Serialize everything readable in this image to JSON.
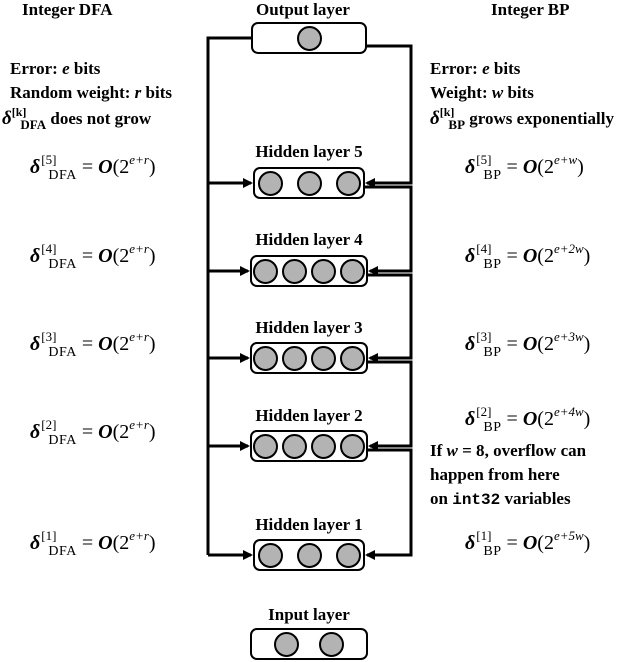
{
  "headers": {
    "left": "Integer DFA",
    "center": "Output layer",
    "right": "Integer BP"
  },
  "left_notes": {
    "line1_prefix": "Error: ",
    "line1_var": "e",
    "line1_suffix": " bits",
    "line2_prefix": "Random weight: ",
    "line2_var": "r",
    "line2_suffix": " bits",
    "line3_sym": "δ",
    "line3_sup": "[k]",
    "line3_sub": "DFA",
    "line3_suffix": " does not grow"
  },
  "right_notes": {
    "line1_prefix": "Error: ",
    "line1_var": "e",
    "line1_suffix": " bits",
    "line2_prefix": "Weight: ",
    "line2_var": "w",
    "line2_suffix": " bits",
    "line3_sym": "δ",
    "line3_sup": "[k]",
    "line3_sub": "BP",
    "line3_suffix": " grows exponentially"
  },
  "layers": [
    {
      "label": "Output layer",
      "neurons": 1
    },
    {
      "label": "Hidden layer 5",
      "neurons": 3
    },
    {
      "label": "Hidden layer 4",
      "neurons": 4
    },
    {
      "label": "Hidden layer 3",
      "neurons": 4
    },
    {
      "label": "Hidden layer 2",
      "neurons": 4
    },
    {
      "label": "Hidden layer 1",
      "neurons": 3
    },
    {
      "label": "Input layer",
      "neurons": 2
    }
  ],
  "dfa_equations": [
    {
      "sym": "δ",
      "sup": "[5]",
      "sub": "DFA",
      "rhs": " = ",
      "big_o": "O",
      "base": "(2",
      "exp": "e+r",
      "close": ")"
    },
    {
      "sym": "δ",
      "sup": "[4]",
      "sub": "DFA",
      "rhs": " = ",
      "big_o": "O",
      "base": "(2",
      "exp": "e+r",
      "close": ")"
    },
    {
      "sym": "δ",
      "sup": "[3]",
      "sub": "DFA",
      "rhs": " = ",
      "big_o": "O",
      "base": "(2",
      "exp": "e+r",
      "close": ")"
    },
    {
      "sym": "δ",
      "sup": "[2]",
      "sub": "DFA",
      "rhs": " = ",
      "big_o": "O",
      "base": "(2",
      "exp": "e+r",
      "close": ")"
    },
    {
      "sym": "δ",
      "sup": "[1]",
      "sub": "DFA",
      "rhs": " = ",
      "big_o": "O",
      "base": "(2",
      "exp": "e+r",
      "close": ")"
    }
  ],
  "bp_equations": [
    {
      "sym": "δ",
      "sup": "[5]",
      "sub": "BP",
      "rhs": " = ",
      "big_o": "O",
      "base": "(2",
      "exp": "e+w",
      "close": ")"
    },
    {
      "sym": "δ",
      "sup": "[4]",
      "sub": "BP",
      "rhs": " = ",
      "big_o": "O",
      "base": "(2",
      "exp": "e+2w",
      "close": ")"
    },
    {
      "sym": "δ",
      "sup": "[3]",
      "sub": "BP",
      "rhs": " = ",
      "big_o": "O",
      "base": "(2",
      "exp": "e+3w",
      "close": ")"
    },
    {
      "sym": "δ",
      "sup": "[2]",
      "sub": "BP",
      "rhs": " = ",
      "big_o": "O",
      "base": "(2",
      "exp": "e+4w",
      "close": ")"
    },
    {
      "sym": "δ",
      "sup": "[1]",
      "sub": "BP",
      "rhs": " = ",
      "big_o": "O",
      "base": "(2",
      "exp": "e+5w",
      "close": ")"
    }
  ],
  "overflow_note": {
    "l1_prefix": "If ",
    "l1_var": "w",
    "l1_mid": " = 8",
    "l1_suffix": ", overflow can",
    "l2": "happen from here",
    "l3_prefix": "on ",
    "l3_code": "int32",
    "l3_suffix": " variables"
  }
}
